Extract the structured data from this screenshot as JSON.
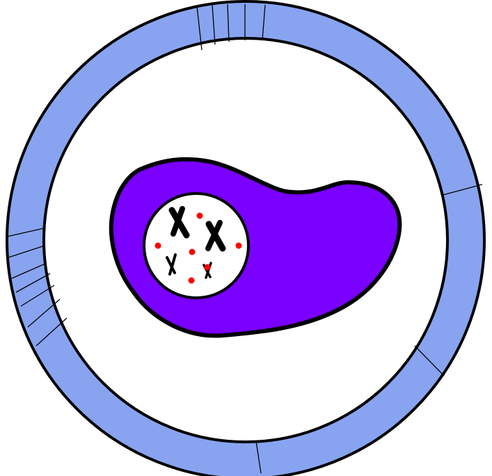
{
  "colors": {
    "ring": "#88a4f0",
    "outline": "#000000",
    "cell_body": "#7a00ff",
    "nucleus": "#ffffff",
    "dots": "#ff0000",
    "background": "#ffffff"
  },
  "icons": {
    "outer_ring": "segmented-ring",
    "cell": "cell-body-blob",
    "nucleus": "nucleus-circle",
    "chromosomes": [
      "chromosome-x",
      "chromosome-x",
      "chromosome-x",
      "chromosome-x"
    ],
    "red_dots": [
      "dot",
      "dot",
      "dot",
      "dot",
      "dot",
      "dot"
    ]
  }
}
